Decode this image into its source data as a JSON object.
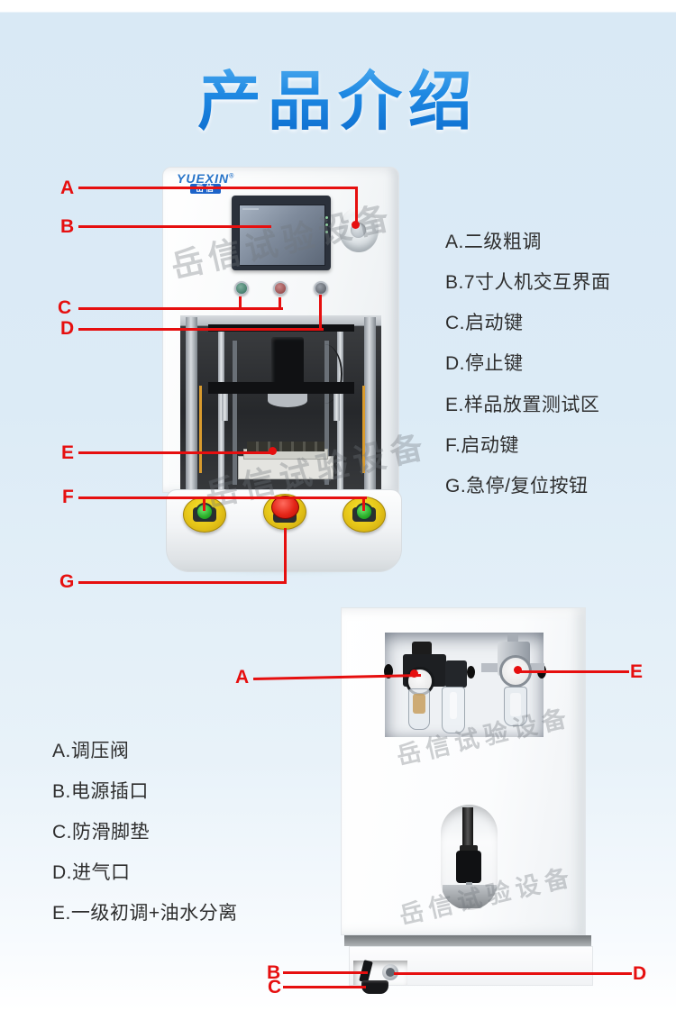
{
  "title": "产品介绍",
  "watermark": "岳信试验设备",
  "brand": {
    "name": "YUEXIN",
    "reg": "®",
    "cn": "岳信"
  },
  "colors": {
    "accent_red": "#e60f0f",
    "title_blue": "#1e88e2"
  },
  "machine1": {
    "callouts": [
      {
        "letter": "A",
        "desc": "A.二级粗调"
      },
      {
        "letter": "B",
        "desc": "B.7寸人机交互界面"
      },
      {
        "letter": "C",
        "desc": "C.启动键"
      },
      {
        "letter": "D",
        "desc": "D.停止键"
      },
      {
        "letter": "E",
        "desc": "E.样品放置测试区"
      },
      {
        "letter": "F",
        "desc": "F.启动键"
      },
      {
        "letter": "G",
        "desc": "G.急停/复位按钮"
      }
    ]
  },
  "machine2": {
    "callouts": [
      {
        "letter": "A",
        "desc": "A.调压阀"
      },
      {
        "letter": "B",
        "desc": "B.电源插口"
      },
      {
        "letter": "C",
        "desc": "C.防滑脚垫"
      },
      {
        "letter": "D",
        "desc": "D.进气口"
      },
      {
        "letter": "E",
        "desc": "E.一级初调+油水分离"
      }
    ]
  }
}
